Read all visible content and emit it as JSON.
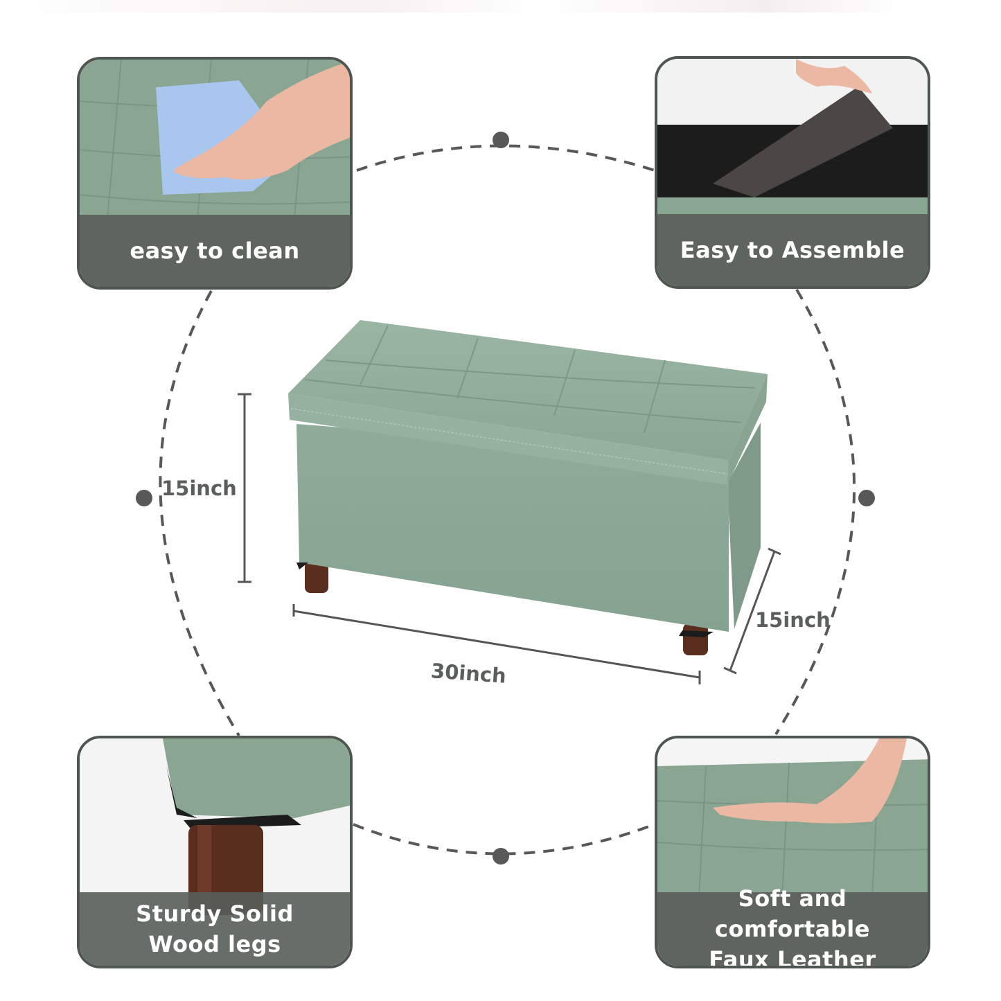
{
  "features": {
    "clean": "easy to clean",
    "assemble": "Easy to Assemble",
    "legs_line1": "Sturdy Solid",
    "legs_line2": "Wood legs",
    "soft_line1": "Soft and comfortable",
    "soft_line2": "Faux Leather"
  },
  "dimensions": {
    "height": "15inch",
    "depth": "15inch",
    "width": "30inch"
  },
  "colors": {
    "ottoman_green": "#8fab99",
    "band_gray": "#585e59",
    "ring_gray": "#585858",
    "leg_brown": "#5a2e1f"
  },
  "icons": [
    "hand-wiping-icon",
    "hand-lifting-lid-icon",
    "wood-leg-icon",
    "hand-pressing-icon"
  ]
}
